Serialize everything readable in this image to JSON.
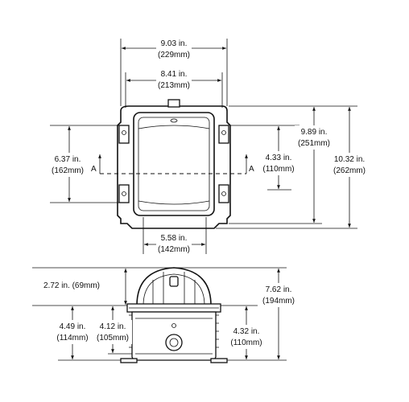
{
  "top_view": {
    "overall_width": {
      "imperial": "9.03 in.",
      "metric": "(229mm)"
    },
    "inner_width": {
      "imperial": "8.41 in.",
      "metric": "(213mm)"
    },
    "window_height": {
      "imperial": "9.89 in.",
      "metric": "(251mm)"
    },
    "overall_height": {
      "imperial": "10.32 in.",
      "metric": "(262mm)"
    },
    "mount_spacing": {
      "imperial": "6.37 in.",
      "metric": "(162mm)"
    },
    "half_height": {
      "imperial": "4.33 in.",
      "metric": "(110mm)"
    },
    "base_width": {
      "imperial": "5.58 in.",
      "metric": "(142mm)"
    },
    "section_label_left": "A",
    "section_label_right": "A"
  },
  "side_view": {
    "dome_height": {
      "imperial": "2.72 in.",
      "metric": "(69mm)",
      "single_line": "2.72 in. (69mm)"
    },
    "total_height": {
      "imperial": "7.62 in.",
      "metric": "(194mm)"
    },
    "body_height": {
      "imperial": "4.49 in.",
      "metric": "(114mm)"
    },
    "inner_height": {
      "imperial": "4.12 in.",
      "metric": "(105mm)"
    },
    "right_height": {
      "imperial": "4.32 in.",
      "metric": "(110mm)"
    }
  },
  "colors": {
    "line": "#111111",
    "background": "#ffffff"
  }
}
